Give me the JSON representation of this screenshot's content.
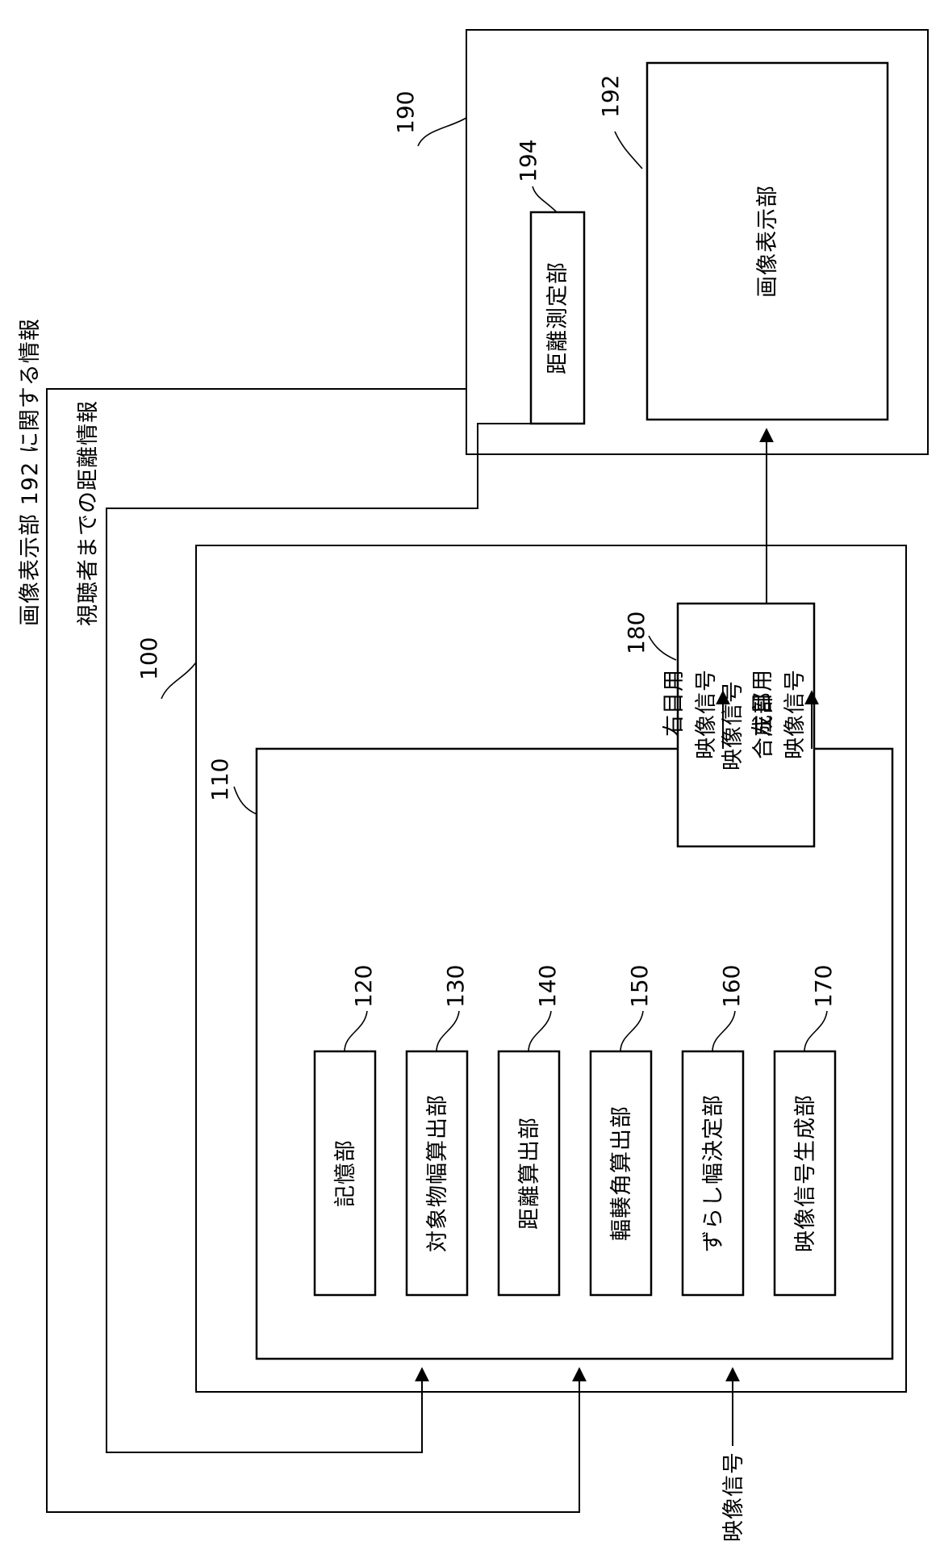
{
  "top_labels": {
    "display_info": "画像表示部 192 に関する情報",
    "distance_info": "視聴者までの距離情報"
  },
  "input_label": "映像信号",
  "units": {
    "u100": {
      "ref": "100"
    },
    "u110": {
      "ref": "110"
    },
    "u120": {
      "ref": "120",
      "label": "記憶部"
    },
    "u130": {
      "ref": "130",
      "label": "対象物幅算出部"
    },
    "u140": {
      "ref": "140",
      "label": "距離算出部"
    },
    "u150": {
      "ref": "150",
      "label": "輻輳角算出部"
    },
    "u160": {
      "ref": "160",
      "label": "ずらし幅決定部"
    },
    "u170": {
      "ref": "170",
      "label": "映像信号生成部"
    },
    "u180": {
      "ref": "180",
      "label_line1": "映像信号",
      "label_line2": "合成部"
    },
    "u190": {
      "ref": "190"
    },
    "u192": {
      "ref": "192",
      "label": "画像表示部"
    },
    "u194": {
      "ref": "194",
      "label": "距離測定部"
    }
  },
  "signals": {
    "right_line1": "右目用",
    "right_line2": "映像信号",
    "left_line1": "左目用",
    "left_line2": "映像信号"
  }
}
